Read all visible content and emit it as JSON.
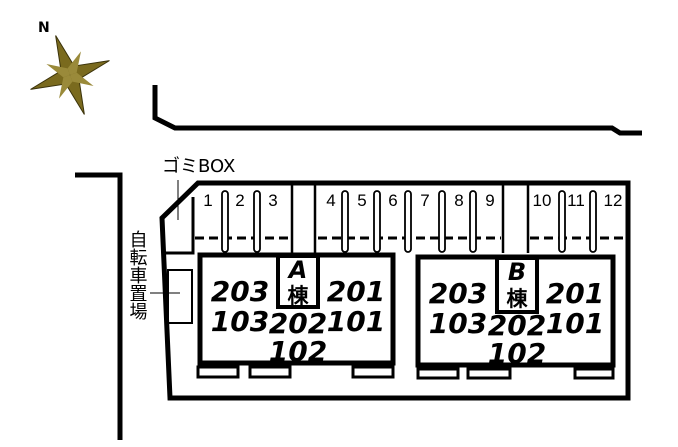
{
  "compass": {
    "north_label": "N",
    "color": "#7a6a1e"
  },
  "labels": {
    "garbage_box": "ゴミBOX",
    "bicycle_parking": "自転車置場"
  },
  "parking_numbers": [
    "1",
    "2",
    "3",
    "4",
    "5",
    "6",
    "7",
    "8",
    "9",
    "10",
    "11",
    "12"
  ],
  "buildings": [
    {
      "name": "A",
      "suffix": "棟",
      "units": [
        "203",
        "103",
        "202",
        "102",
        "201",
        "101"
      ]
    },
    {
      "name": "B",
      "suffix": "棟",
      "units": [
        "203",
        "103",
        "202",
        "102",
        "201",
        "101"
      ]
    }
  ]
}
